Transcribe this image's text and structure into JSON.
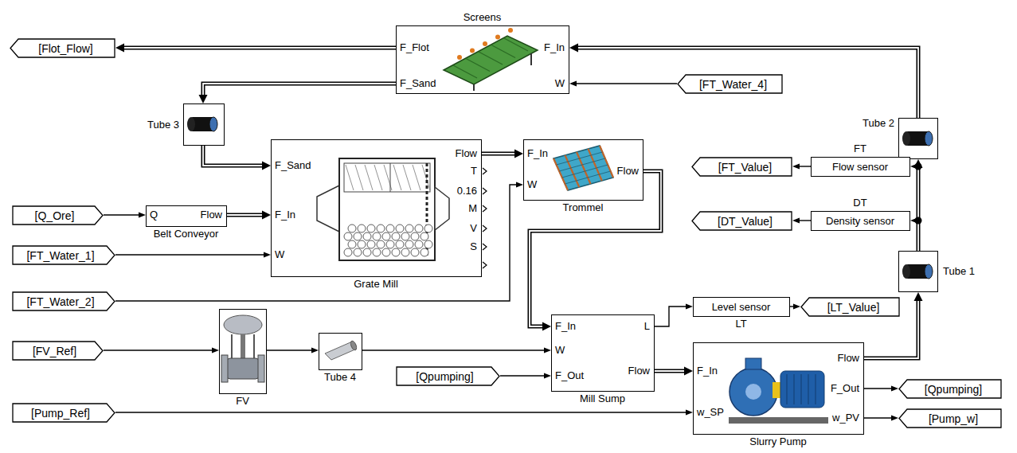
{
  "diagram": {
    "nodes": [
      {
        "text": [
          "Screens",
          "F_Flot",
          "F_Sand",
          "F_In",
          "W"
        ]
      },
      {
        "text": [
          "[Flot_Flow]"
        ]
      },
      {
        "text": [
          "[FT_Water_4]"
        ]
      },
      {
        "text": [
          "Tube 3"
        ]
      },
      {
        "text": [
          "Tube 2"
        ]
      },
      {
        "text": [
          "F_Sand",
          "F_In",
          "W",
          "Flow",
          "T",
          "0.16",
          "M",
          "V",
          "S",
          "Grate Mill"
        ]
      },
      {
        "text": [
          "F_In",
          "W",
          "Flow",
          "Trommel"
        ]
      },
      {
        "text": [
          "[Q_Ore]"
        ]
      },
      {
        "text": [
          "Q",
          "Flow",
          "Belt Conveyor"
        ]
      },
      {
        "text": [
          "[FT_Water_1]"
        ]
      },
      {
        "text": [
          "[FT_Water_2]"
        ]
      },
      {
        "text": [
          "FT",
          "Flow sensor"
        ]
      },
      {
        "text": [
          "[FT_Value]"
        ]
      },
      {
        "text": [
          "DT",
          "Density sensor"
        ]
      },
      {
        "text": [
          "[DT_Value]"
        ]
      },
      {
        "text": [
          "Tube 1"
        ]
      },
      {
        "text": [
          "[FV_Ref]"
        ]
      },
      {
        "text": [
          "FV"
        ]
      },
      {
        "text": [
          "Tube 4"
        ]
      },
      {
        "text": [
          "F_In",
          "W",
          "F_Out",
          "L",
          "Flow",
          "Mill Sump"
        ]
      },
      {
        "text": [
          "[Qpumping]"
        ]
      },
      {
        "text": [
          "Level sensor",
          "LT"
        ]
      },
      {
        "text": [
          "[LT_Value]"
        ]
      },
      {
        "text": [
          "[Pump_Ref]"
        ]
      },
      {
        "text": [
          "F_In",
          "w_SP",
          "Flow",
          "F_Out",
          "w_PV",
          "Slurry Pump"
        ]
      },
      {
        "text": [
          "[Qpumping]"
        ]
      },
      {
        "text": [
          "[Pump_w]"
        ]
      }
    ],
    "edges": [
      {
        "from": 0,
        "to": 1,
        "arrow": "to"
      },
      {
        "from": 2,
        "to": 0,
        "arrow": "to"
      },
      {
        "from": 0,
        "to": 3,
        "arrow": "to"
      },
      {
        "from": 3,
        "to": 5,
        "arrow": "to"
      },
      {
        "from": 4,
        "to": 0,
        "arrow": "to"
      },
      {
        "from": 5,
        "to": 6,
        "arrow": "to"
      },
      {
        "from": 7,
        "to": 8,
        "arrow": "to"
      },
      {
        "from": 8,
        "to": 5,
        "arrow": "to"
      },
      {
        "from": 9,
        "to": 5,
        "arrow": "to"
      },
      {
        "from": 10,
        "to": 6,
        "arrow": "to"
      },
      {
        "from": 6,
        "to": 19,
        "arrow": "to"
      },
      {
        "from": 11,
        "to": 12,
        "arrow": "to"
      },
      {
        "from": 13,
        "to": 14,
        "arrow": "to"
      },
      {
        "from": 15,
        "to": 4,
        "arrow": "to"
      },
      {
        "from": 15,
        "to": 11,
        "arrow": "to"
      },
      {
        "from": 15,
        "to": 13,
        "arrow": "to"
      },
      {
        "from": 16,
        "to": 17,
        "arrow": "to"
      },
      {
        "from": 17,
        "to": 18,
        "arrow": "to"
      },
      {
        "from": 18,
        "to": 19,
        "arrow": "to"
      },
      {
        "from": 20,
        "to": 19,
        "arrow": "to"
      },
      {
        "from": 19,
        "to": 21,
        "arrow": "to"
      },
      {
        "from": 21,
        "to": 22,
        "arrow": "to"
      },
      {
        "from": 19,
        "to": 24,
        "arrow": "to"
      },
      {
        "from": 23,
        "to": 24,
        "arrow": "to"
      },
      {
        "from": 24,
        "to": 15,
        "arrow": "to"
      },
      {
        "from": 24,
        "to": 25,
        "arrow": "to"
      },
      {
        "from": 24,
        "to": 26,
        "arrow": "to"
      }
    ]
  }
}
